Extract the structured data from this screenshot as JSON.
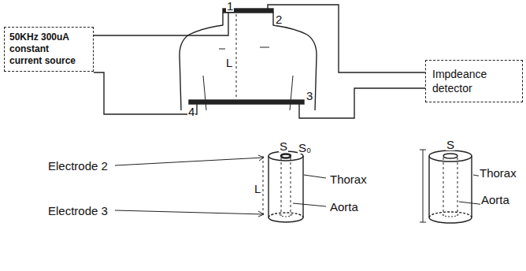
{
  "diagram": {
    "nodes": [
      {
        "text": [
          "50KHz 300uA constant current source"
        ]
      },
      {
        "text": [
          "Impdeance detector"
        ]
      }
    ],
    "labels": [
      "1",
      "2",
      "L",
      "4",
      "3",
      "Electrode 2",
      "Electrode 3",
      "S",
      "S₀",
      "Thorax",
      "Aorta",
      "L",
      "S",
      "Thorax",
      "Aorta"
    ]
  }
}
